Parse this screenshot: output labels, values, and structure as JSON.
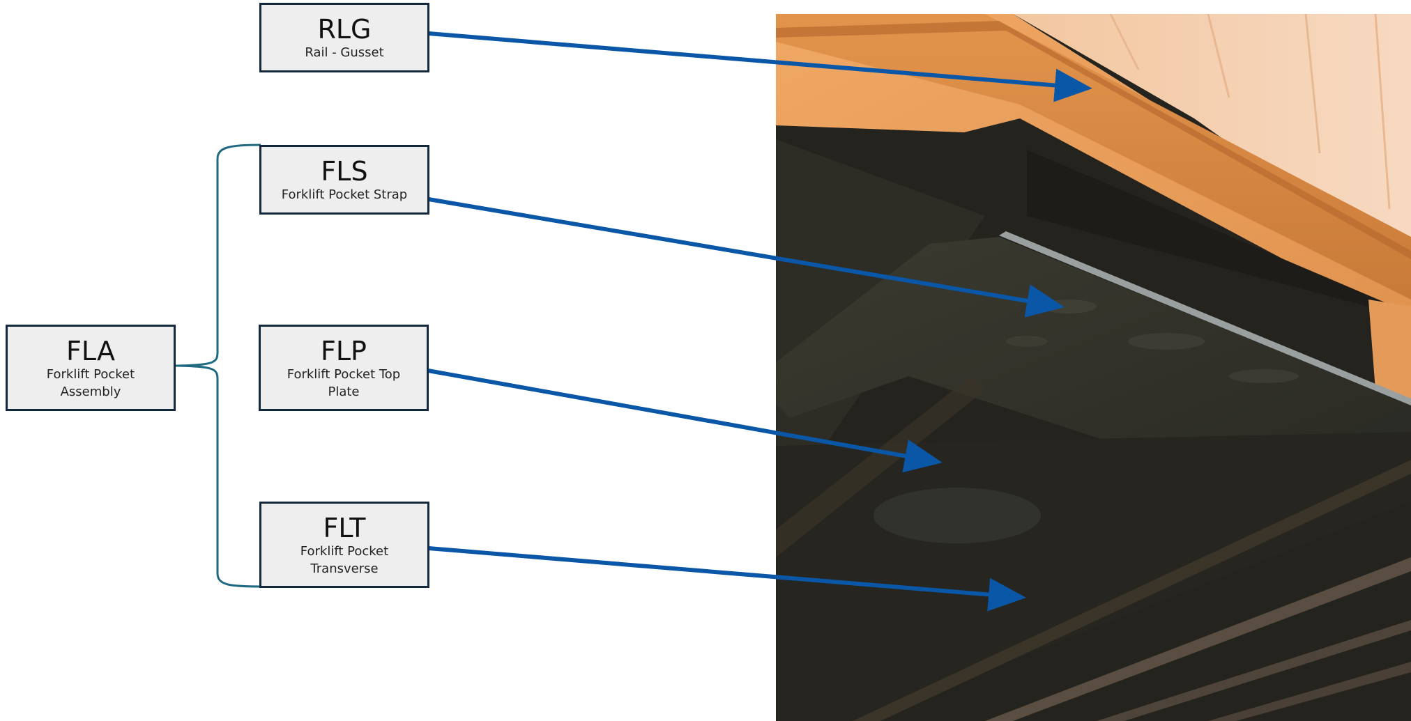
{
  "labels": {
    "rlg": {
      "code": "RLG",
      "description": "Rail - Gusset"
    },
    "fls": {
      "code": "FLS",
      "description": "Forklift Pocket Strap"
    },
    "fla": {
      "code": "FLA",
      "description": "Forklift Pocket Assembly"
    },
    "flp": {
      "code": "FLP",
      "description": "Forklift Pocket Top Plate"
    },
    "flt": {
      "code": "FLT",
      "description": "Forklift Pocket Transverse"
    }
  },
  "colors": {
    "arrow": "#0a57a8",
    "bracket": "#1f6a80",
    "box_border": "#13283d",
    "box_fill": "#eeeeee",
    "photo_orange": "#e39a55",
    "photo_dark": "#23221d"
  },
  "photo": {
    "subject": "underside of a rail car showing forklift pocket assembly"
  }
}
